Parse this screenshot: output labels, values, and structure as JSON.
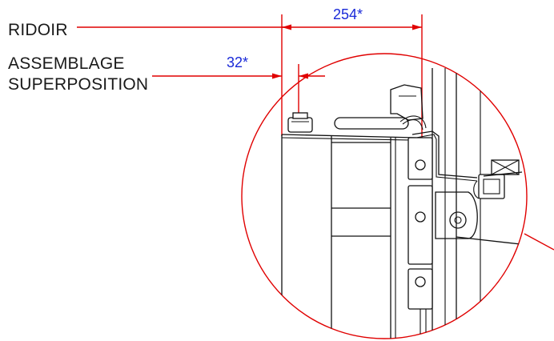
{
  "labels": {
    "ridoir": "RIDOIR",
    "assemblage_line1": "ASSEMBLAGE",
    "assemblage_line2": "SUPERPOSITION"
  },
  "dimensions": {
    "top": "254*",
    "overlap": "32*"
  },
  "colors": {
    "leader": "#e00000",
    "dimension_text": "#1a2ad8",
    "drawing": "#111111"
  }
}
